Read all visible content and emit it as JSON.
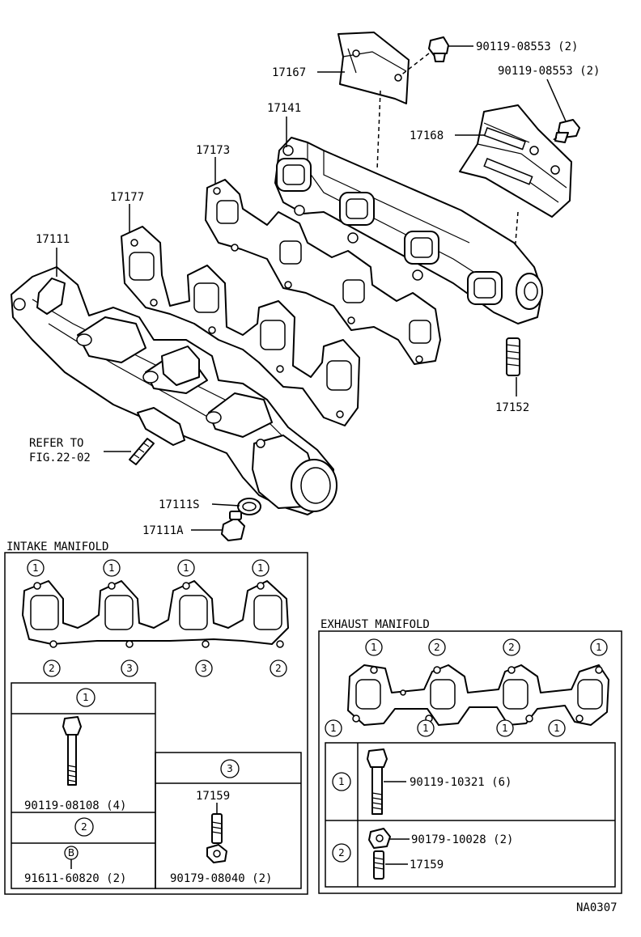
{
  "callouts": {
    "p90119_08553_a": "90119-08553 (2)",
    "p90119_08553_b": "90119-08553 (2)",
    "p17167": "17167",
    "p17141": "17141",
    "p17168": "17168",
    "p17173": "17173",
    "p17177": "17177",
    "p17111": "17111",
    "p17152": "17152",
    "refer_line1": "REFER TO",
    "refer_line2": "FIG.22-02",
    "p17111S": "17111S",
    "p17111A": "17111A"
  },
  "intake": {
    "title": "INTAKE MANIFOLD",
    "top_marks": [
      "1",
      "1",
      "1",
      "1"
    ],
    "bottom_marks": [
      "2",
      "3",
      "3",
      "2"
    ],
    "table": {
      "h1": "1",
      "bolt": "90119-08108 (4)",
      "h2": "2",
      "b_mark": "B",
      "part2": "91611-60820 (2)",
      "h3": "3",
      "stud": "17159",
      "nut": "90179-08040 (2)"
    }
  },
  "exhaust": {
    "title": "EXHAUST MANIFOLD",
    "top_marks": [
      "1",
      "2",
      "2",
      "1"
    ],
    "bottom_marks": [
      "1",
      "1",
      "1",
      "1"
    ],
    "table": {
      "r1": "1",
      "bolt": "90119-10321 (6)",
      "r2": "2",
      "nut": "90179-10028 (2)",
      "stud": "17159"
    }
  },
  "figure_code": "NA0307"
}
